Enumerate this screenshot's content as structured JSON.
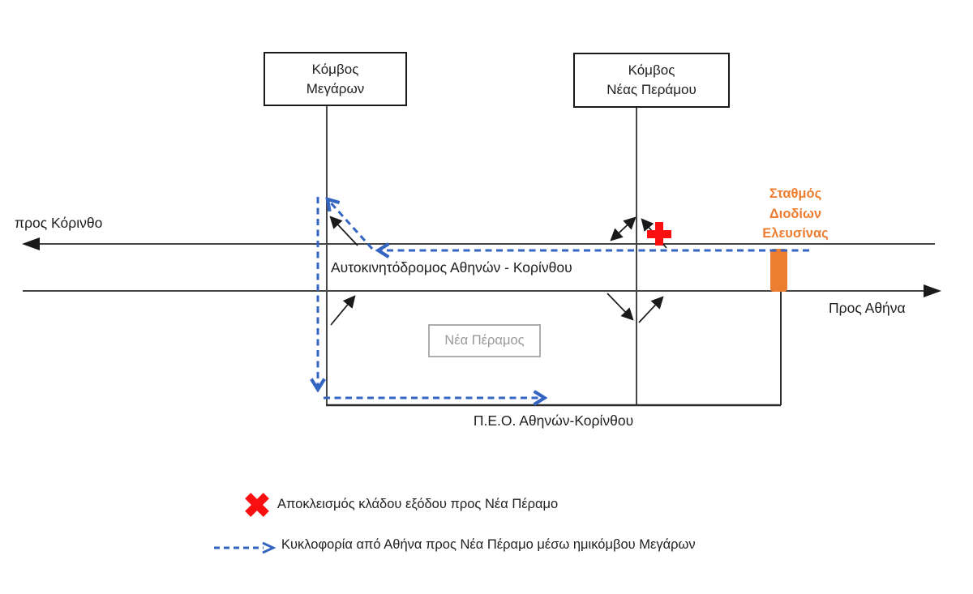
{
  "nodes": {
    "megara_box": {
      "line1": "Κόμβος",
      "line2": "Μεγάρων"
    },
    "nea_peramou_box": {
      "line1": "Κόμβος",
      "line2": "Νέας Περάμου"
    },
    "village_box": {
      "label": "Νέα Πέραμος"
    }
  },
  "roads": {
    "to_corinth": "προς Κόρινθο",
    "to_athens": "Προς Αθήνα",
    "motorway": "Αυτοκινητόδρομος Αθηνών - Κορίνθου",
    "old_national_road": "Π.Ε.Ο. Αθηνών-Κορίνθου"
  },
  "toll_station": {
    "line1": "Σταθμός",
    "line2": "Διοδίων",
    "line3": "Ελευσίνας"
  },
  "legend": {
    "items": [
      {
        "icon": "blocked-exit-x-icon",
        "label": "Αποκλεισμός κλάδου εξόδου προς Νέα Πέραμο"
      },
      {
        "icon": "diversion-route-arrow-icon",
        "label": "Κυκλοφορία από Αθήνα προς Νέα Πέραμο μέσω ημικόμβου Μεγάρων"
      }
    ]
  },
  "colors": {
    "route_blue": "#3465C0",
    "toll_orange": "#ED7D31",
    "closure_red": "#F90F0F",
    "road_gray": "#454545",
    "muted_gray": "#999999"
  }
}
